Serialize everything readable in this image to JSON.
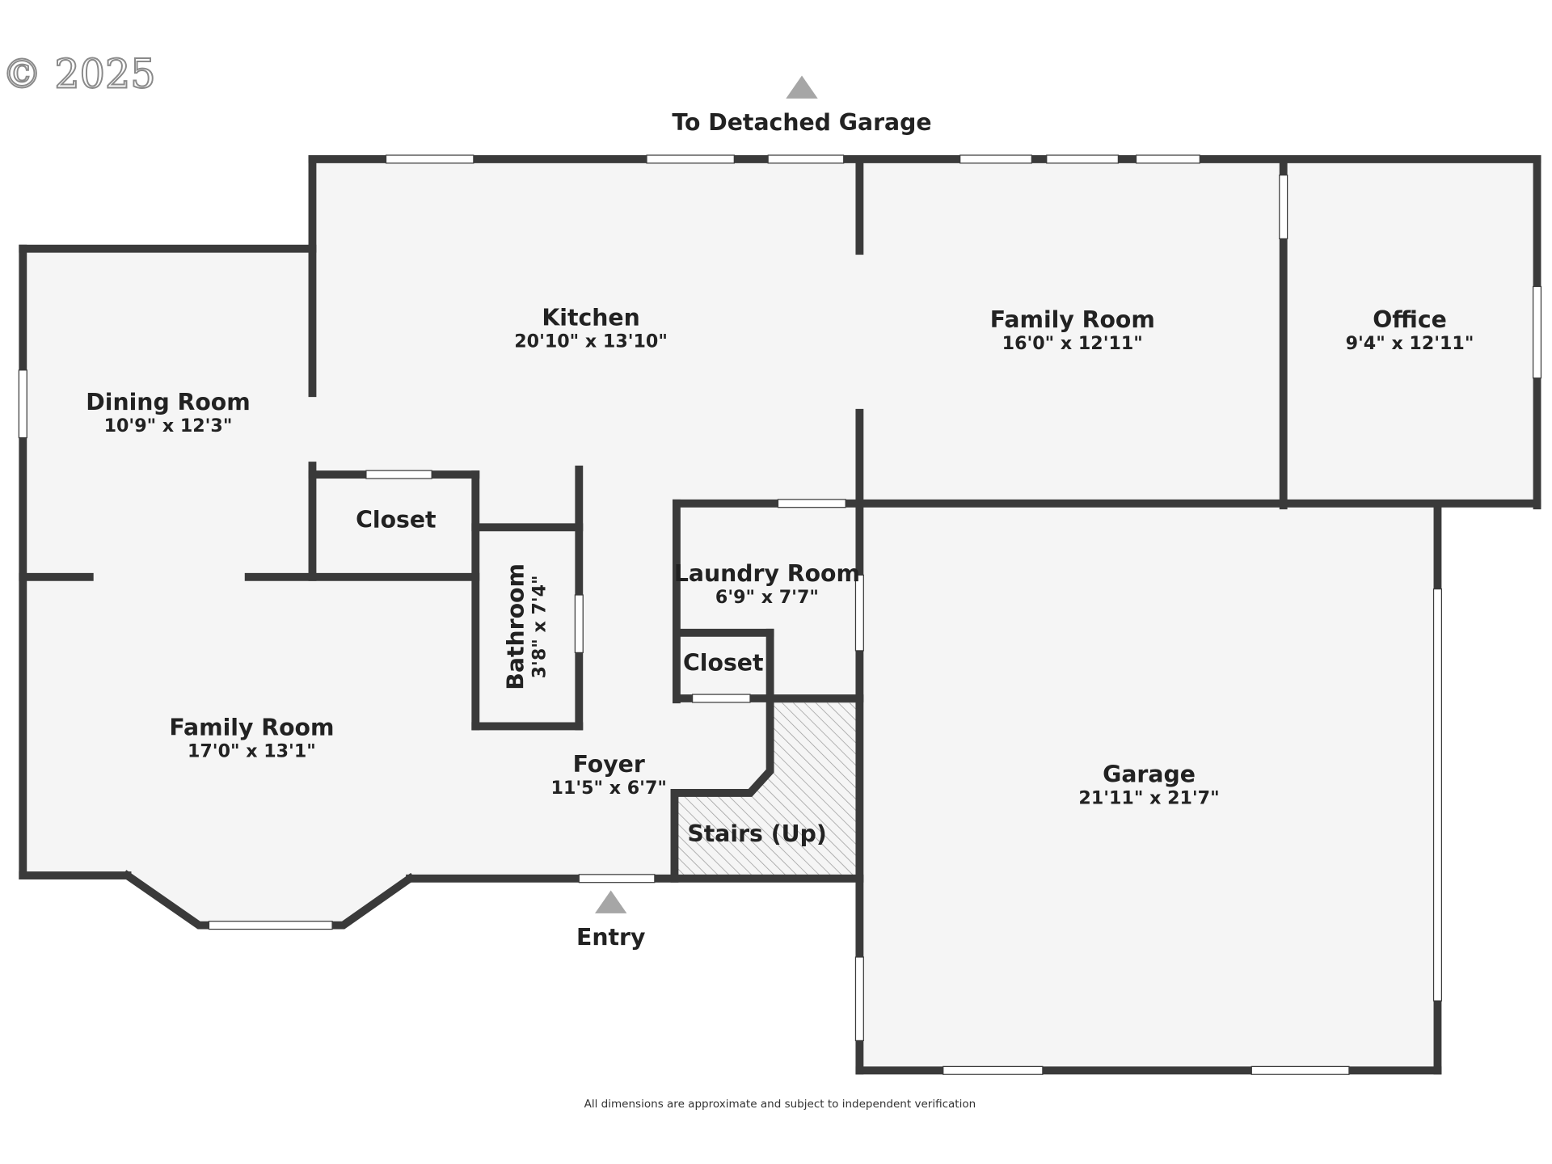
{
  "copyright": "© 2025",
  "labels": {
    "top": "To Detached Garage",
    "entry": "Entry",
    "disclaimer": "All dimensions are approximate and subject to independent verification"
  },
  "rooms": {
    "kitchen": {
      "name": "Kitchen",
      "dims": "20'10\" x 13'10\""
    },
    "family_room_upper": {
      "name": "Family Room",
      "dims": "16'0\" x 12'11\""
    },
    "office": {
      "name": "Office",
      "dims": "9'4\" x 12'11\""
    },
    "dining_room": {
      "name": "Dining Room",
      "dims": "10'9\" x 12'3\""
    },
    "closet_left": {
      "name": "Closet"
    },
    "bathroom": {
      "name": "Bathroom",
      "dims": "3'8\" x 7'4\""
    },
    "laundry_room": {
      "name": "Laundry Room",
      "dims": "6'9\" x 7'7\""
    },
    "closet_right": {
      "name": "Closet"
    },
    "family_room_lower": {
      "name": "Family Room",
      "dims": "17'0\" x 13'1\""
    },
    "foyer": {
      "name": "Foyer",
      "dims": "11'5\" x 6'7\""
    },
    "stairs": {
      "name": "Stairs (Up)"
    },
    "garage": {
      "name": "Garage",
      "dims": "21'11\" x 21'7\""
    }
  },
  "colors": {
    "wall": "#3a3a3a",
    "floor": "#f5f5f5",
    "window": "#ffffff",
    "arrow": "#a6a6a6",
    "hatch": "#9a9a9a"
  }
}
